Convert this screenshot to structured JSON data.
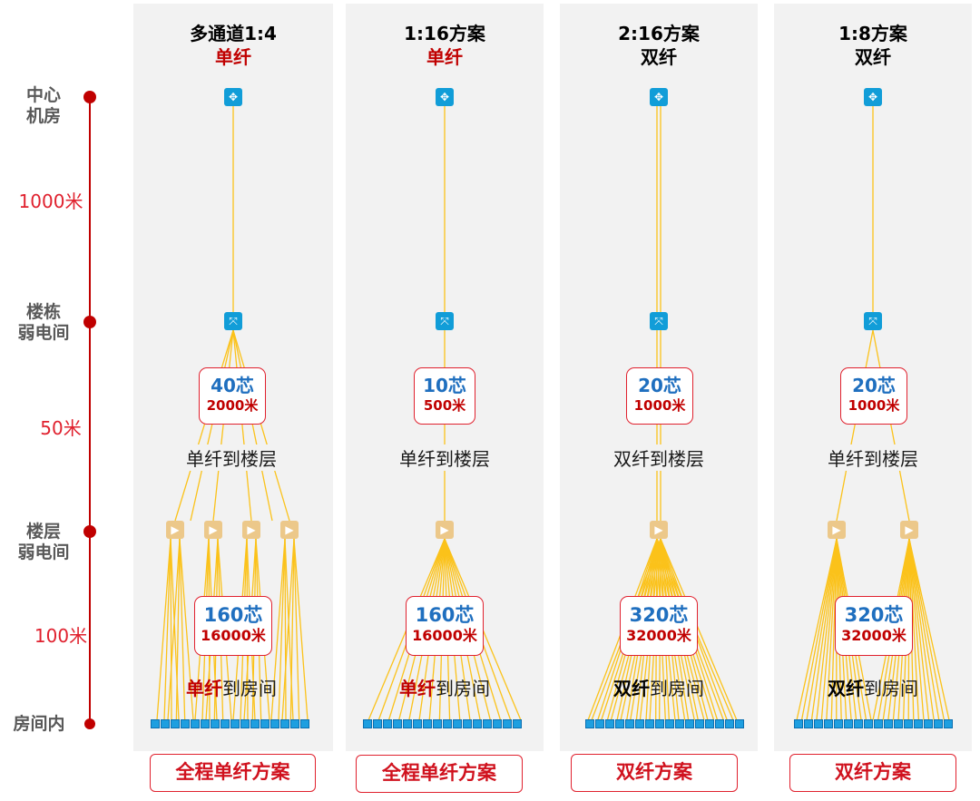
{
  "stages": [
    {
      "label": "中心\n机房"
    },
    {
      "label": "楼栋\n弱电间"
    },
    {
      "label": "楼层\n弱电间"
    },
    {
      "label": "房间内"
    }
  ],
  "distances": [
    "1000米",
    "50米",
    "100米"
  ],
  "colors": {
    "accent_red": "#c00000",
    "line_red": "#e0212e",
    "core_blue": "#1f6fbf",
    "fiber_yellow": "#fbc21a",
    "switch_blue": "#119dd8",
    "splitter_tan": "#ecc88a",
    "panel_gray": "#f2f2f2"
  },
  "columns": [
    {
      "title": "多通道1:4",
      "fiber": "单纤",
      "cores_mid": "40芯",
      "length_mid": "2000米",
      "to_floor": "单纤到楼层",
      "cores_bottom": "160芯",
      "length_bottom": "16000米",
      "room_em": "单纤",
      "room_rest": "到房间",
      "footer": "全程单纤方案"
    },
    {
      "title": "1:16方案",
      "fiber": "单纤",
      "cores_mid": "10芯",
      "length_mid": "500米",
      "to_floor": "单纤到楼层",
      "cores_bottom": "160芯",
      "length_bottom": "16000米",
      "room_em": "单纤",
      "room_rest": "到房间",
      "footer": "全程单纤方案"
    },
    {
      "title": "2:16方案",
      "fiber": "双纤",
      "cores_mid": "20芯",
      "length_mid": "1000米",
      "to_floor": "双纤到楼层",
      "cores_bottom": "320芯",
      "length_bottom": "32000米",
      "room_em": "双纤",
      "room_rest": "到房间",
      "footer": "双纤方案"
    },
    {
      "title": "1:8方案",
      "fiber": "双纤",
      "cores_mid": "20芯",
      "length_mid": "1000米",
      "to_floor": "单纤到楼层",
      "cores_bottom": "320芯",
      "length_bottom": "32000米",
      "room_em": "双纤",
      "room_rest": "到房间",
      "footer": "双纤方案"
    }
  ]
}
